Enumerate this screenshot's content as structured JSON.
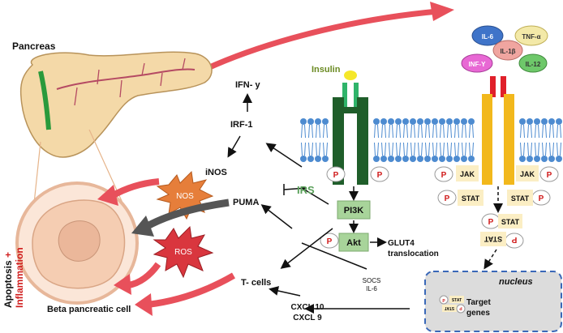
{
  "labels": {
    "pancreas": "Pancreas",
    "beta_cell": "Beta pancreatic cell",
    "apoptosis": "Apoptosis",
    "plus": "+",
    "inflammation": "Inflammation",
    "ifn_y": "IFN- y",
    "irf1": "IRF-1",
    "inos": "iNOS",
    "nos": "NOS",
    "puma": "PUMA",
    "ros": "ROS",
    "irs": "IRS",
    "tcells": "T- cells",
    "cxcl10": "CXCL 10",
    "cxcl9": "CXCL 9",
    "socs": "SOCS",
    "il6_small": "IL-6",
    "insulin": "Insulin",
    "pi3k": "PI3K",
    "akt": "Akt",
    "glut4": "GLUT4",
    "translocation": "translocation",
    "jak_left": "JAK",
    "jak_right": "JAK",
    "stat_left": "STAT",
    "stat_right": "STAT",
    "stat_dimer_top": "STAT",
    "stat_dimer_bottom": "STAT",
    "p": "P",
    "nucleus": "nucleus",
    "target": "Target",
    "genes": "genes",
    "stat_small": "STAT"
  },
  "cytokines": [
    {
      "label": "IL-6",
      "color": "#3f74c9"
    },
    {
      "label": "TNF-α",
      "color": "#f3e9a8"
    },
    {
      "label": "IL-1β",
      "color": "#f0a5a0"
    },
    {
      "label": "INF-Y",
      "color": "#e868d4"
    },
    {
      "label": "IL-12",
      "color": "#6ec86a"
    }
  ],
  "colors": {
    "arrow_red": "#e8505b",
    "arrow_gray": "#555555",
    "membrane": "#4d8bd0",
    "insulin_receptor": "#1f5e2a",
    "insulin_green": "#2fb46a",
    "cytokine_receptor": "#f2b81c",
    "cytokine_red": "#e0202a",
    "p_red": "#d01c1c",
    "box_green": "#a8d49a",
    "box_yellow": "#fbeec4",
    "nucleus_fill": "#dcdcdc",
    "nucleus_border": "#3a68b8",
    "nos_orange": "#e67e3a",
    "ros_red": "#d9363e",
    "pancreas_fill": "#f4d9a8",
    "cell_fill": "#f5cdb2"
  }
}
